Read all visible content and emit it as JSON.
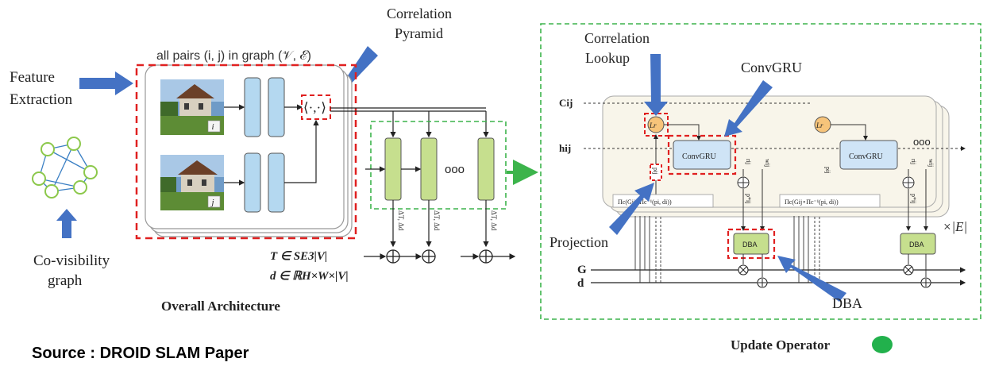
{
  "labels": {
    "feature_extraction_line1": "Feature",
    "feature_extraction_line2": "Extraction",
    "covis_line1": "Co-visibility",
    "covis_line2": "graph",
    "correlation_pyramid_line1": "Correlation",
    "correlation_pyramid_line2": "Pyramid",
    "all_pairs": "all pairs (i, j) in graph (𝒱, ℰ)",
    "frame_i": "i",
    "frame_j": "j",
    "corr_op": "⟨·,·⟩",
    "ooo": "ooo",
    "delta_label": "ΔT, Δd",
    "T_eq": "T ∈ SE3|V|",
    "d_eq": "d ∈ ℝH×W×|V|",
    "overall": "Overall Architecture",
    "source": "Source : DROID SLAM Paper",
    "correlation_lookup_line1": "Correlation",
    "correlation_lookup_line2": "Lookup",
    "convgru_title": "ConvGRU",
    "Cij": "Cij",
    "hij": "hij",
    "Lr": "Lr",
    "convgru_box": "ConvGRU",
    "pij": "pij",
    "rij": "rij",
    "wij": "wij",
    "pstar": "p*ij",
    "proj_formula": "Πc(Gij∘Πc⁻¹(pi, di))",
    "projection": "Projection",
    "dba_box": "DBA",
    "dba_label": "DBA",
    "G": "G",
    "d": "d",
    "timesE": "×|E|",
    "update_operator": "Update Operator"
  },
  "colors": {
    "blue_arrow": "#4472c4",
    "red_dashed": "#e02020",
    "green_dashed": "#3cb44b",
    "encoder_blue": "#b4d8f0",
    "gru_green": "#c6df8e",
    "convgru_fill": "#cfe4f6",
    "lr_fill": "#f7c47a",
    "panel_bg": "#f8f5ea",
    "green_dot": "#22b14c"
  }
}
